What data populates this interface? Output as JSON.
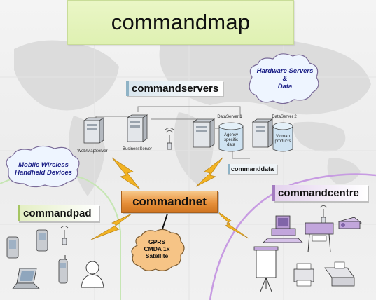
{
  "title": "commandmap",
  "groups": {
    "servers": "commandservers",
    "data": "commanddata",
    "net": "commandnet",
    "pad": "commandpad",
    "centre": "commandcentre"
  },
  "clouds": {
    "hardware": [
      "Hardware Servers",
      "&",
      "Data"
    ],
    "mobile": [
      "Mobile Wireless",
      "Handheld Devices"
    ],
    "gprs": [
      "GPRS",
      "CMDA 1x",
      "Satellite"
    ]
  },
  "nodes": {
    "web_server": "Web/MapServer",
    "business_server": "BusinessServer",
    "data_server_1": "DataServer 1",
    "data_server_2": "DataServer 2",
    "agency_db": [
      "Agency",
      "specific",
      "data"
    ],
    "vicmap_db": [
      "Vicmap",
      "products"
    ]
  },
  "colors": {
    "title_bg": "#e2f3b8",
    "servers_accent": "#8fb3c6",
    "pad_accent": "#a5c562",
    "centre_accent": "#a37cc0",
    "net_orange": "#e7903a",
    "lightning": "#f2b323",
    "cloud_outline": "#6a5a8a"
  }
}
